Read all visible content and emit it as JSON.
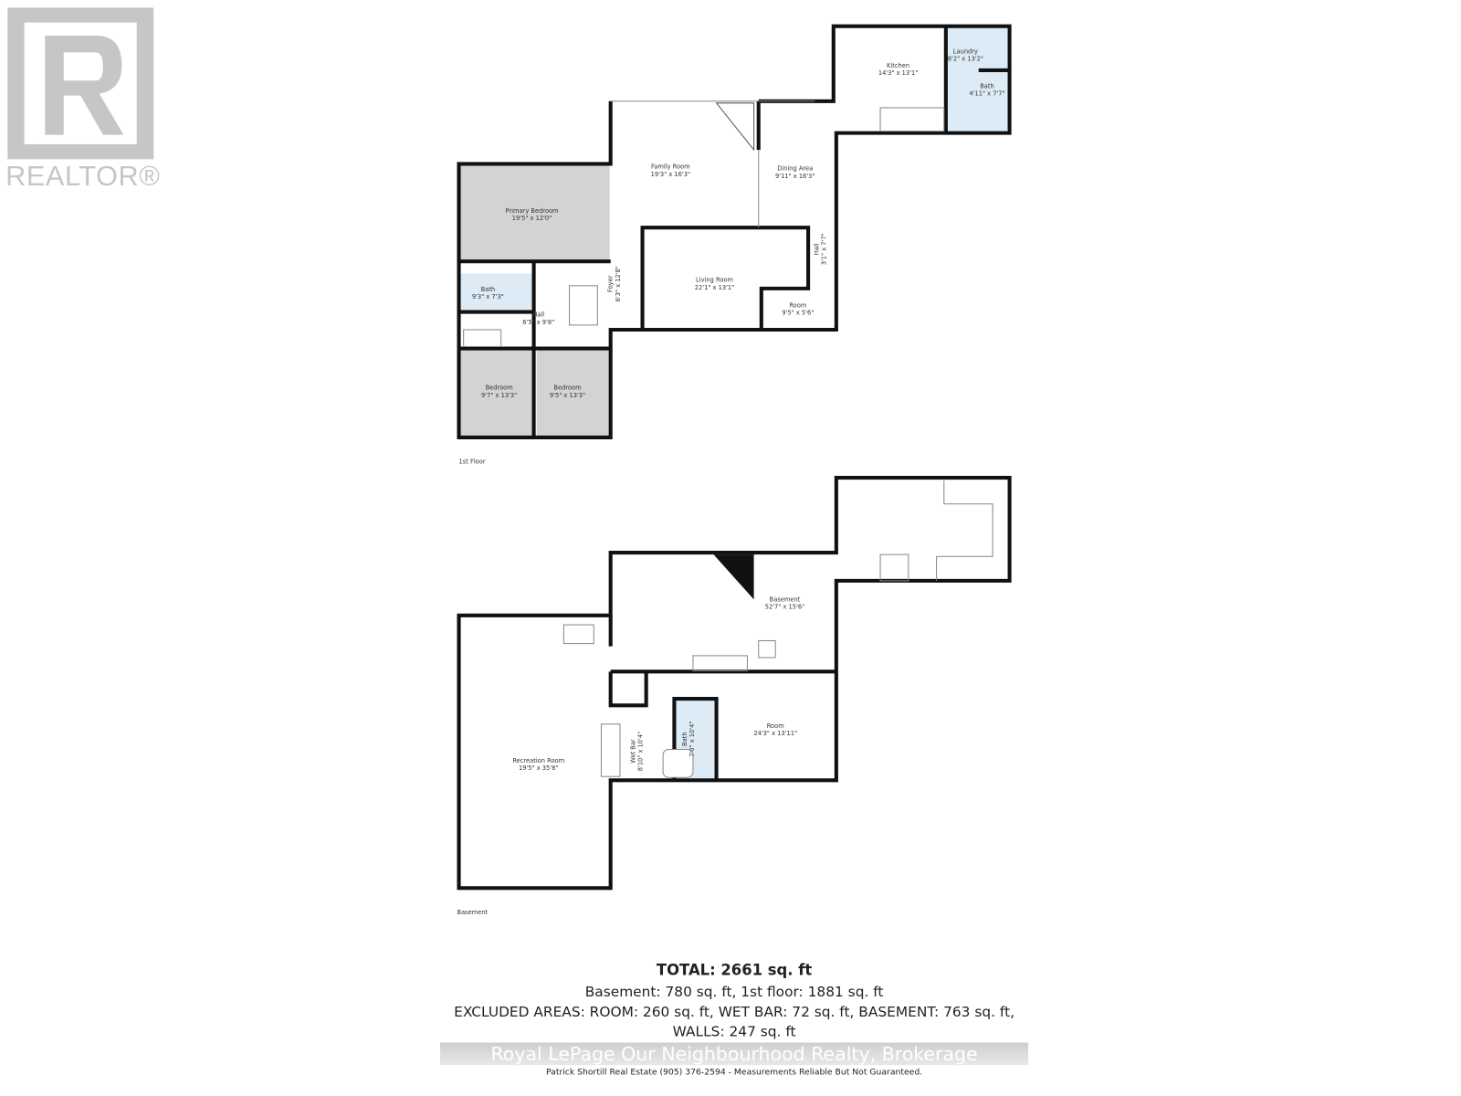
{
  "logo": {
    "brand": "REALTOR®",
    "color": "#c6c6c6"
  },
  "colors": {
    "wall": "#111111",
    "bedroom_fill": "#d3d3d3",
    "bath_fill": "#dcebf5"
  },
  "first_floor": {
    "label": "1st Floor",
    "rooms": [
      {
        "name": "Primary Bedroom",
        "dims": "19'5\" x 12'0\""
      },
      {
        "name": "Family Room",
        "dims": "19'3\" x 16'3\""
      },
      {
        "name": "Dining Area",
        "dims": "9'11\" x 16'3\""
      },
      {
        "name": "Kitchen",
        "dims": "14'3\" x 13'1\""
      },
      {
        "name": "Laundry",
        "dims": "8'2\" x 13'2\""
      },
      {
        "name": "Bath",
        "dims": "4'11\" x 7'7\""
      },
      {
        "name": "Hall",
        "dims": "3'1\" x 7'7\""
      },
      {
        "name": "Living Room",
        "dims": "22'1\" x 13'1\""
      },
      {
        "name": "Foyer",
        "dims": "6'3\" x 12'8\""
      },
      {
        "name": "Room",
        "dims": "9'5\" x 5'6\""
      },
      {
        "name": "Bath",
        "dims": "9'3\" x 7'3\""
      },
      {
        "name": "Hall",
        "dims": "6'5\" x 9'8\""
      },
      {
        "name": "Bedroom",
        "dims": "9'7\" x 13'3\""
      },
      {
        "name": "Bedroom",
        "dims": "9'5\" x 13'3\""
      }
    ]
  },
  "basement": {
    "label": "Basement",
    "rooms": [
      {
        "name": "Basement",
        "dims": "52'7\" x 15'6\""
      },
      {
        "name": "Room",
        "dims": "24'3\" x 13'11\""
      },
      {
        "name": "Recreation Room",
        "dims": "19'5\" x 35'8\""
      },
      {
        "name": "Wet Bar",
        "dims": "8'10\" x 10'4\""
      },
      {
        "name": "Bath",
        "dims": "7'0\" x 10'4\""
      }
    ]
  },
  "summary": {
    "total": "TOTAL: 2661 sq. ft",
    "floors": "Basement: 780 sq. ft, 1st floor: 1881 sq. ft",
    "excluded": "EXCLUDED AREAS: ROOM: 260 sq. ft, WET BAR: 72 sq. ft, BASEMENT: 763 sq. ft,",
    "walls": "WALLS: 247 sq. ft",
    "watermark": "Royal LePage Our Neighbourhood Realty, Brokerage",
    "disclaimer": "Patrick Shortill Real Estate (905) 376-2594 - Measurements Reliable But Not Guaranteed."
  }
}
